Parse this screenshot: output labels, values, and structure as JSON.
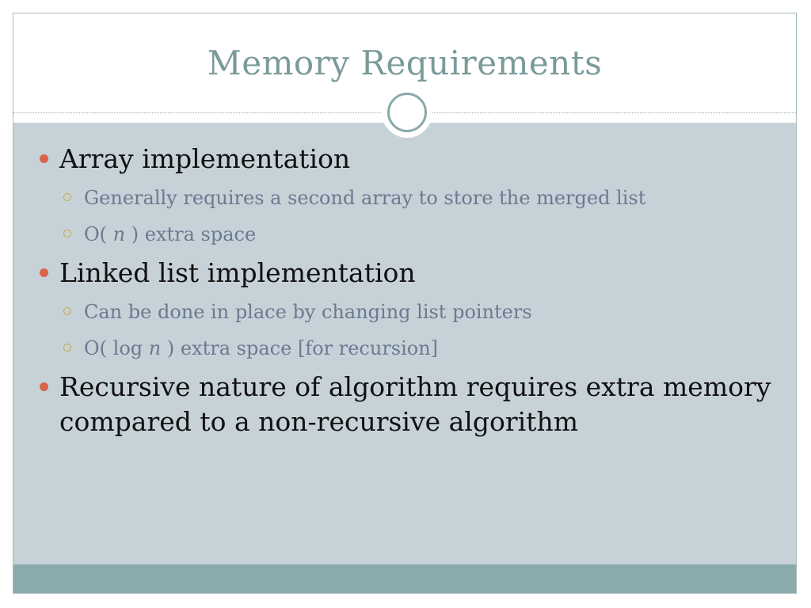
{
  "slide": {
    "title": "Memory Requirements",
    "bullets": [
      {
        "text": "Array implementation",
        "sub": [
          {
            "text": "Generally requires a second array to store the merged list"
          },
          {
            "pre": "O( ",
            "em": "n",
            "post": " ) extra space"
          }
        ]
      },
      {
        "text": "Linked list implementation",
        "sub": [
          {
            "text": "Can be done in place by changing list pointers"
          },
          {
            "pre": "O( log ",
            "em": "n",
            "post": " ) extra space [for recursion]"
          }
        ]
      },
      {
        "text": "Recursive nature of algorithm requires extra memory compared to a non-recursive algorithm",
        "sub": []
      }
    ]
  },
  "colors": {
    "title": "#7a9a9a",
    "content_bg": "#c6d2d8",
    "footer": "#8aabab",
    "bullet_dot": "#d8644a",
    "sub_ring": "#c4a83c",
    "sub_text": "#6a7a90"
  },
  "icons": {
    "level1_bullet": "filled-dot-icon",
    "level2_bullet": "hollow-ring-icon",
    "header_ornament": "ring-ornament-icon"
  }
}
